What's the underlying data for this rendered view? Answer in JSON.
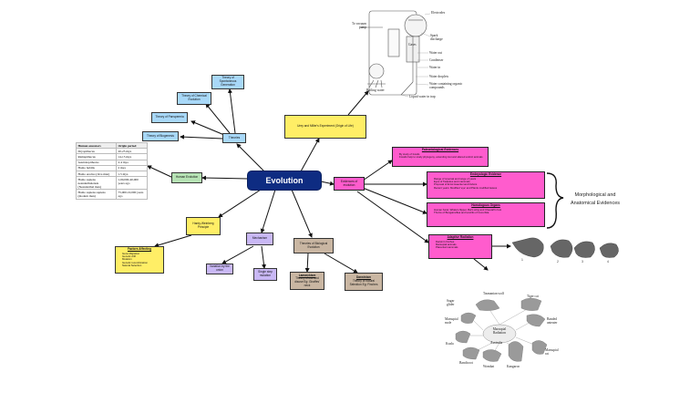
{
  "central": "Evolution",
  "nodes": {
    "theory_spontaneous": "Theory of Spontaneous Generation",
    "theory_chemical": "Theory of Chemical Evolution",
    "theory_panspermia": "Theory of Panspermia",
    "theory_biogenesis": "Theory of Biogenesis",
    "theories": "Theories",
    "miller": "Urey and Miller's Experiment (Origin of Life)",
    "human_evolution": "Human Evolution",
    "hardy": "Hardy-Weinberg Principle",
    "evidences": "Evidences of evolution",
    "mechanism": "Mechanism",
    "theories_bio": "Theories of Biological Evolution",
    "factors": {
      "title": "Factors Affecting",
      "items": [
        "Gene Migration",
        "Genetic drift",
        "Mutation",
        "Genetic recombination",
        "Natural Selection"
      ]
    },
    "variation": "Variation by the union",
    "single_step": "Single step mutation",
    "lamarckism": {
      "title": "Lamarckism",
      "text": "Theory of use and disuse Eg: Giraffes' neck"
    },
    "darwinism": {
      "title": "Darwinism",
      "text": "Theory of natural Selection Eg: Finches"
    },
    "paleo": {
      "title": "Paleontological Evidences",
      "items": [
        "By study of fossils",
        "Fossils help to study phylogeny, extending lost and altered extinct animals"
      ]
    },
    "embryo": {
      "title": "Embryologic Evidence",
      "items": [
        "Range of reversal and range of years",
        "Eyes of Tadpoles and mammals",
        "Proposal of Ernst Haeckel and Dubois",
        "Recent years: Modified 'eye' and Plants modified leaves"
      ]
    },
    "homologous": {
      "title": "Homologous Organs",
      "items": [
        "Human hand, Whale's flipper, Bat's wing and Cheetah's foot",
        "Thorns of Bougainvillea and tendrils of Cucurbita"
      ]
    },
    "adaptive": {
      "title": "Adaptive Radiation",
      "items": [
        "Darwin's finches",
        "Marsupial animals",
        "Placental mammals"
      ]
    }
  },
  "side_label": [
    "Morphological and",
    "Anatomical Evidences"
  ],
  "table": {
    "headers": [
      "Human ancestors",
      "Origin period"
    ],
    "rows": [
      [
        "Dryopithecus",
        "20-25 mya"
      ],
      [
        "Ramapithecus",
        "14-15 mya"
      ],
      [
        "Australopithecus",
        "2-4 mya"
      ],
      [
        "Homo habilis",
        "2 mya"
      ],
      [
        "Homo erectus (Java man)",
        "1.5 mya"
      ],
      [
        "Homo sapiens neanderthalensis (Neanderthal man)",
        "1,00,000-40,000 years ago"
      ],
      [
        "Homo sapiens sapiens (modern man)",
        "75,000-10,000 years ago"
      ]
    ]
  },
  "apparatus_labels": [
    "Electrodes",
    "To vacuum pump",
    "Spark discharge",
    "Gases",
    "Water out",
    "Condenser",
    "Water in",
    "Water droplets",
    "Water containing organic compounds",
    "Boiling water",
    "Liquid water in trap"
  ],
  "finch_numbers": [
    "1",
    "2",
    "3",
    "4"
  ],
  "marsupial_labels": {
    "center": [
      "Marsupial",
      "Radiation"
    ],
    "animals": [
      "Tasmanian wolf",
      "Sugar glider",
      "Tiger cat",
      "Marsupial mole",
      "Banded anteater",
      "Koala",
      "Bandicoot",
      "Wombat",
      "Kangaroo",
      "Marsupial rat",
      "Australia"
    ]
  },
  "colors": {
    "central": "#0e2c82",
    "blue": "#a8d8f8",
    "green": "#b6e2b4",
    "yellow": "#ffee66",
    "pink": "#ff5ccd",
    "lavender": "#c9b8f5",
    "tan": "#c9b6a2"
  }
}
